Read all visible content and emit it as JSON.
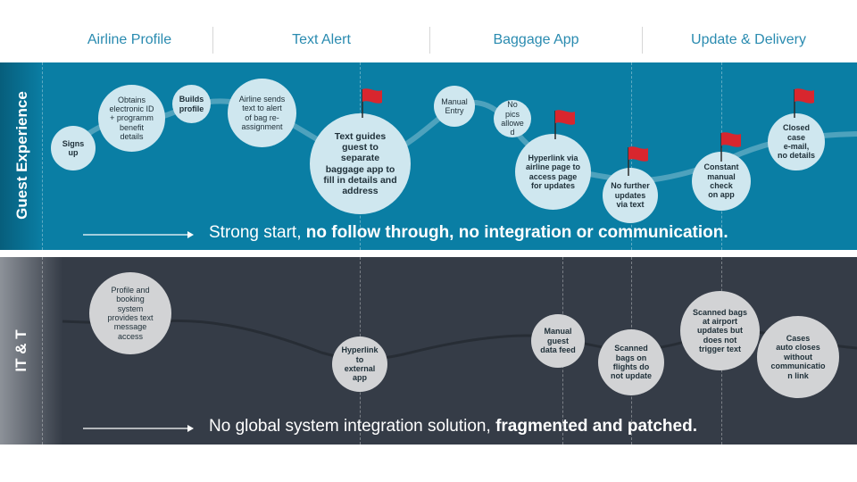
{
  "phases": [
    "Airline Profile",
    "Text Alert",
    "Baggage App",
    "Update & Delivery"
  ],
  "lanes": {
    "guest": {
      "label": "Guest Experience",
      "color": "#0a7ea4",
      "summary_plain": "Strong start, ",
      "summary_bold": "no follow through, no integration or communication.",
      "nodes": [
        {
          "id": "signs-up",
          "text": "Signs\nup",
          "bold": true,
          "flag": false
        },
        {
          "id": "obtains-electronic-id",
          "text": "Obtains\nelectronic ID\n+ programm\nbenefit\ndetails",
          "bold": false,
          "flag": false
        },
        {
          "id": "builds-profile",
          "text": "Builds\nprofile",
          "bold": true,
          "flag": false
        },
        {
          "id": "airline-sends-text",
          "text": "Airline sends\ntext to alert\nof bag re-\nassignment",
          "bold": false,
          "flag": false
        },
        {
          "id": "text-guides-guest",
          "text": "Text guides\nguest to\nseparate\nbaggage app to\nfill in details and\naddress",
          "bold": true,
          "flag": true
        },
        {
          "id": "manual-entry",
          "text": "Manual\nEntry",
          "bold": false,
          "flag": false
        },
        {
          "id": "no-pics-allowed",
          "text": "No\npics\nallowe\nd",
          "bold": false,
          "flag": false
        },
        {
          "id": "hyperlink-via-airline",
          "text": "Hyperlink via\nairline page to\naccess page\nfor updates",
          "bold": true,
          "flag": true
        },
        {
          "id": "no-further-updates",
          "text": "No further\nupdates\nvia text",
          "bold": true,
          "flag": true
        },
        {
          "id": "constant-manual-check",
          "text": "Constant\nmanual\ncheck\non app",
          "bold": true,
          "flag": true
        },
        {
          "id": "closed-case",
          "text": "Closed\ncase\ne-mail,\nno details",
          "bold": true,
          "flag": true
        }
      ]
    },
    "it": {
      "label": "IT & T",
      "color": "#353c47",
      "summary_plain": "No global system integration solution, ",
      "summary_bold": "fragmented and patched.",
      "nodes": [
        {
          "id": "profile-booking-system",
          "text": "Profile and\nbooking\nsystem\nprovides text\nmessage\naccess",
          "bold": false
        },
        {
          "id": "hyperlink-external-app",
          "text": "Hyperlink\nto\nexternal\napp",
          "bold": true
        },
        {
          "id": "manual-guest-data-feed",
          "text": "Manual\nguest\ndata feed",
          "bold": true
        },
        {
          "id": "scanned-bags-flights",
          "text": "Scanned\nbags on\nflights do\nnot update",
          "bold": true
        },
        {
          "id": "scanned-bags-airport",
          "text": "Scanned bags\nat airport\nupdates but\ndoes not\ntrigger text",
          "bold": true
        },
        {
          "id": "cases-auto-closes",
          "text": "Cases\nauto closes\nwithout\ncommunicatio\nn link",
          "bold": true
        }
      ]
    }
  },
  "flag_color": "#d8262e",
  "icons": {
    "flag": "red-flag-icon",
    "arrow": "right-arrow-icon"
  }
}
